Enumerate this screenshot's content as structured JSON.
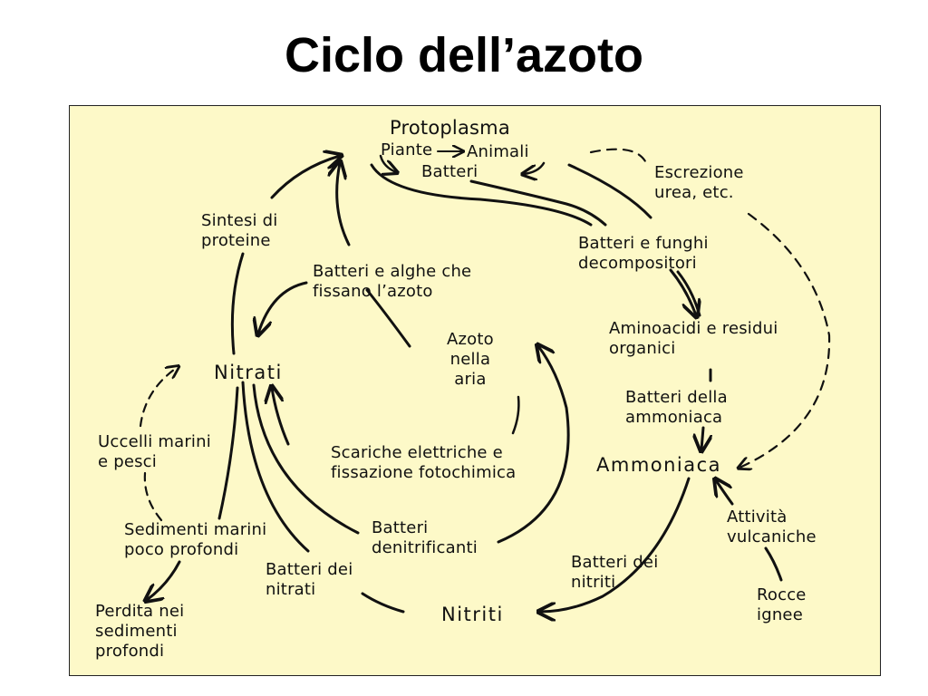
{
  "title": "Ciclo dell’azoto",
  "nodes": {
    "protoplasma": "Protoplasma",
    "piante": "Piante",
    "animali": "Animali",
    "batteri": "Batteri",
    "escrezione": "Escrezione\nurea, etc.",
    "batteri_funghi": "Batteri e funghi\ndecompositori",
    "aminoacidi": "Aminoacidi e residui\norganici",
    "batteri_ammoniaca": "Batteri della\nammoniaca",
    "ammoniaca": "Ammoniaca",
    "attivita_vulcaniche": "Attività\nvulcaniche",
    "rocce_ignee": "Rocce\nignee",
    "batteri_nitriti": "Batteri dei\nnitriti",
    "nitriti": "Nitriti",
    "batteri_nitrati": "Batteri dei\nnitrati",
    "batteri_denitrificanti": "Batteri\ndenitrificanti",
    "scariche": "Scariche elettriche e\nfissazione fotochimica",
    "azoto_aria": "Azoto\nnella\naria",
    "batteri_alghe": "Batteri e alghe che\nfissano l’azoto",
    "sintesi": "Sintesi di\nproteine",
    "nitrati": "Nitrati",
    "uccelli": "Uccelli marini\ne pesci",
    "sedimenti": "Sedimenti marini\npoco profondi",
    "perdita": "Perdita nei\nsedimenti\nprofondi"
  },
  "colors": {
    "panel_background": "#fdf9c8",
    "ink": "#111111"
  }
}
